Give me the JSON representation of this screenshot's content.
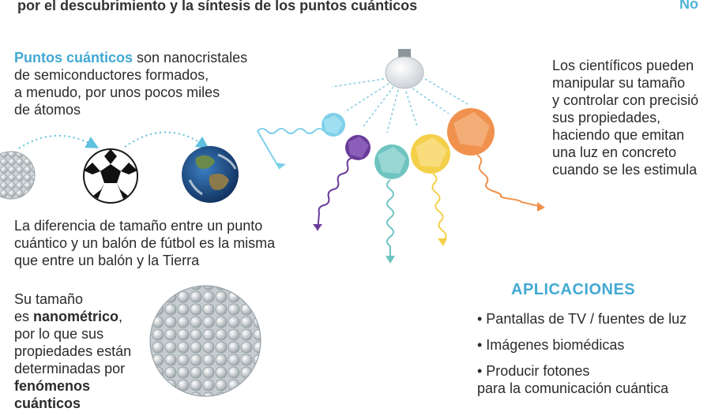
{
  "header": {
    "subtitle": "por el descubrimiento y la síntesis de los puntos cuánticos",
    "brand": "No"
  },
  "intro": {
    "highlight": "Puntos cuánticos",
    "line1_rest": " son nanocristales",
    "line2": "de semiconductores formados,",
    "line3": "a menudo, por unos pocos miles",
    "line4": "de átomos"
  },
  "comparison": {
    "line1": "La diferencia de tamaño entre un punto",
    "line2": "cuántico y un balón de fútbol es la misma",
    "line3": "que entre un balón y la Tierra"
  },
  "size_text": {
    "line1": "Su tamaño",
    "line2_prefix": "es ",
    "line2_bold": "nanométrico",
    "line2_suffix": ",",
    "line3": "por lo que sus",
    "line4": "propiedades están",
    "line5": "determinadas por",
    "line6_bold": "fenómenos",
    "line7_bold": "cuánticos"
  },
  "right_text": {
    "line1": "Los científicos pueden",
    "line2": "manipular su tamaño",
    "line3": "y controlar con precisió",
    "line4": "sus propiedades,",
    "line5": "haciendo que emitan",
    "line6": "una luz en concreto",
    "line7": "cuando se les estimula"
  },
  "applications": {
    "title": "APLICACIONES",
    "item1": "• Pantallas de TV / fuentes de luz",
    "item2": "• Imágenes biomédicas",
    "item3_line1": "• Producir fotones",
    "item3_line2": "para la comunicación cuántica"
  },
  "colors": {
    "accent": "#42a9d3",
    "quantum_blue": "#7fd0ea",
    "quantum_purple": "#6a3c9a",
    "quantum_teal": "#6fc4c0",
    "quantum_yellow": "#f4cf4a",
    "quantum_orange": "#f0924e"
  },
  "icons": [
    "light-bulb-icon",
    "nanocrystal-icon",
    "soccer-ball-icon",
    "earth-icon"
  ]
}
